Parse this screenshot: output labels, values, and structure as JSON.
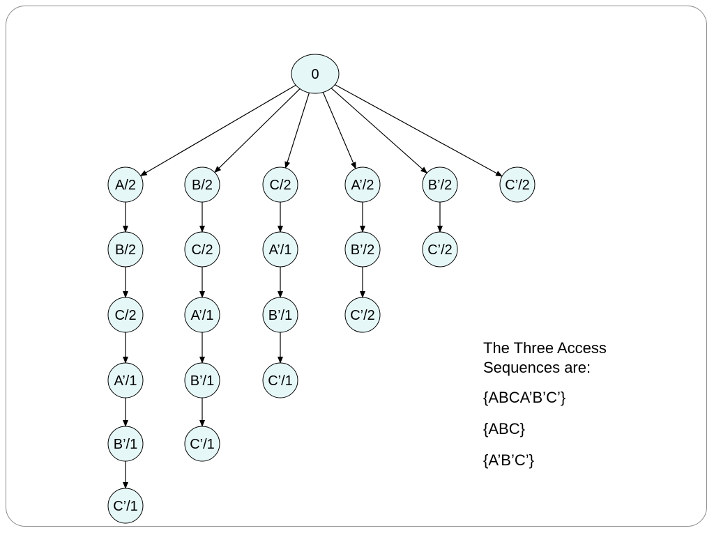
{
  "diagram": {
    "root": "0",
    "branches": [
      {
        "nodes": [
          "A/2",
          "B/2",
          "C/2",
          "A’/1",
          "B’/1",
          "C’/1"
        ]
      },
      {
        "nodes": [
          "B/2",
          "C/2",
          "A’/1",
          "B’/1",
          "C’/1"
        ]
      },
      {
        "nodes": [
          "C/2",
          "A’/1",
          "B’/1",
          "C’/1"
        ]
      },
      {
        "nodes": [
          "A’/2",
          "B’/2",
          "C’/2"
        ]
      },
      {
        "nodes": [
          "B’/2",
          "C’/2"
        ]
      },
      {
        "nodes": [
          "C’/2"
        ]
      }
    ]
  },
  "notes": {
    "heading": "The Three Access Sequences are:",
    "sequences": [
      "{ABCA’B’C’}",
      "{ABC}",
      "{A’B’C’}"
    ]
  }
}
